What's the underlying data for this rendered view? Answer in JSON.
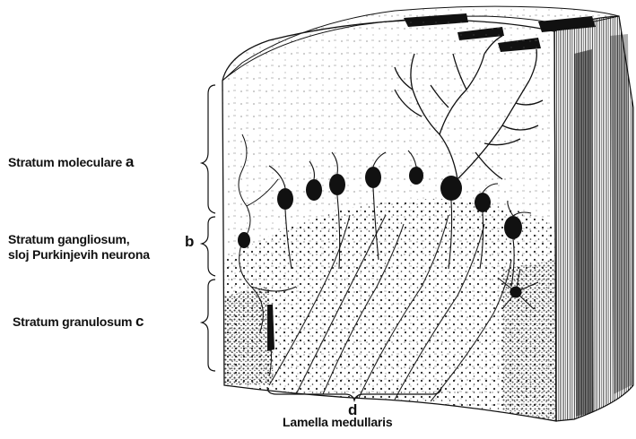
{
  "labels": {
    "a": {
      "text": "Stratum moleculare",
      "letter": "a"
    },
    "b": {
      "line1": "Stratum gangliosum,",
      "line2": "sloj Purkinjevih neurona",
      "letter": "b"
    },
    "c": {
      "text": "Stratum granulosum",
      "letter": "c"
    },
    "d": {
      "text": "Lamella medullaris",
      "letter": "d"
    }
  }
}
